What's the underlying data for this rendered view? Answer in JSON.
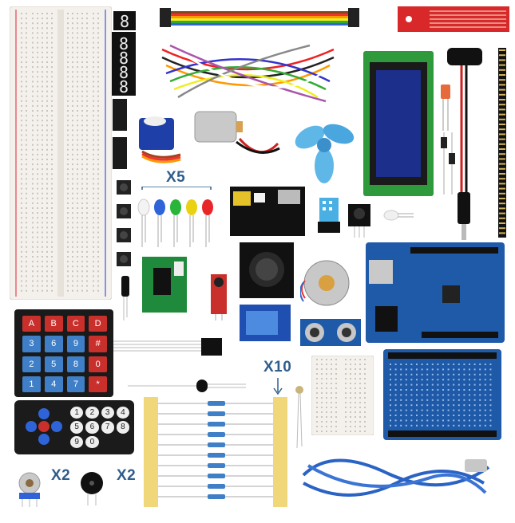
{
  "labels": {
    "leds": "X5",
    "resistors": "X10",
    "potentiometers": "X2",
    "buzzers": "X2"
  },
  "keypad_keys": [
    "A",
    "B",
    "C",
    "D",
    "3",
    "6",
    "9",
    "#",
    "2",
    "5",
    "8",
    "0",
    "1",
    "4",
    "7",
    "*"
  ],
  "remote_digits": [
    "1",
    "2",
    "3",
    "4",
    "5",
    "6",
    "7",
    "8",
    "9",
    "0"
  ],
  "lcd_label": "",
  "colors": {
    "arduino_blue": "#1e5aa8",
    "keypad_red": "#c9302c",
    "lcd_green": "#2e9a3b",
    "label_blue": "#2f5d8c"
  }
}
